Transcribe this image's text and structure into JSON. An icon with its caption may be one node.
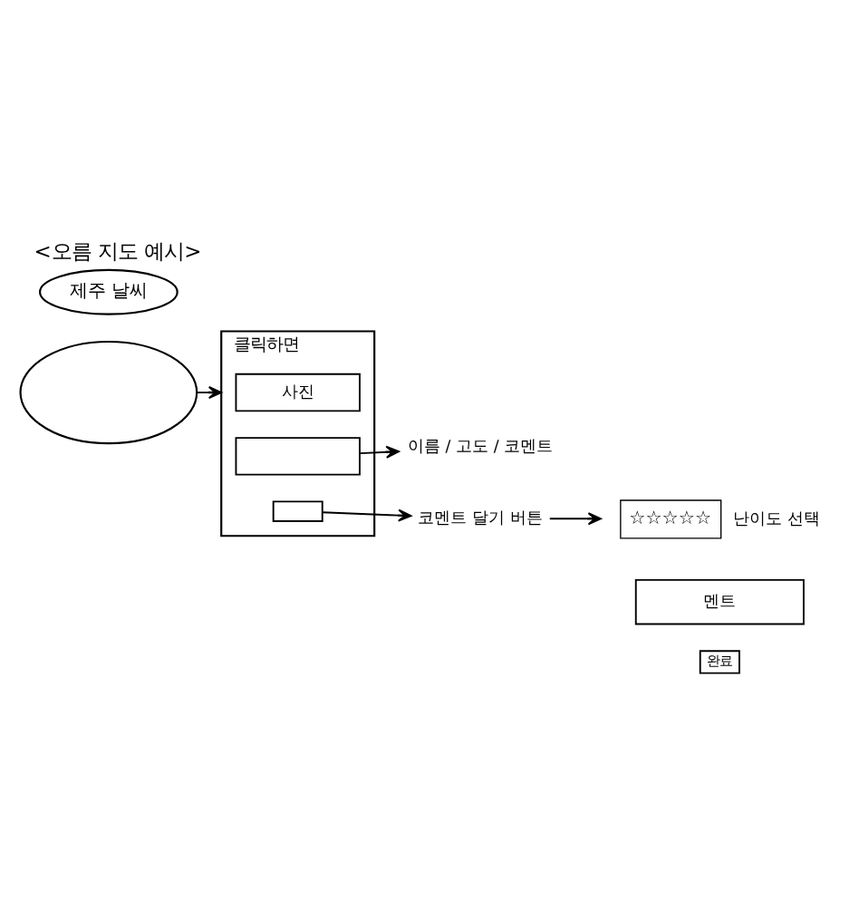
{
  "diagram": {
    "title": "<오름 지도 예시>",
    "nodes": [
      {
        "text": [
          "제주 날씨"
        ]
      },
      {
        "text": [],
        "shape": "cloud"
      },
      {
        "text": [
          "클릭하면"
        ]
      },
      {
        "text": [
          "사진"
        ],
        "in": 2
      },
      {
        "text": [],
        "shape": "box",
        "in": 2
      },
      {
        "text": [
          "이름 / 고도 / 코멘트"
        ]
      },
      {
        "text": [],
        "shape": "box",
        "in": 2
      },
      {
        "text": [
          "코멘트 달기 버튼"
        ]
      },
      {
        "text": [
          "☆☆☆☆☆"
        ],
        "beside": [
          "난이도 선택"
        ]
      },
      {
        "text": [
          "멘트"
        ]
      },
      {
        "text": [
          "완료"
        ]
      }
    ],
    "edges": [
      {
        "from": 1,
        "to": 2,
        "arrow": "to"
      },
      {
        "from": 4,
        "to": 5,
        "arrow": "to"
      },
      {
        "from": 6,
        "to": 7,
        "arrow": "to"
      },
      {
        "from": 7,
        "to": 8,
        "arrow": "to"
      }
    ]
  }
}
